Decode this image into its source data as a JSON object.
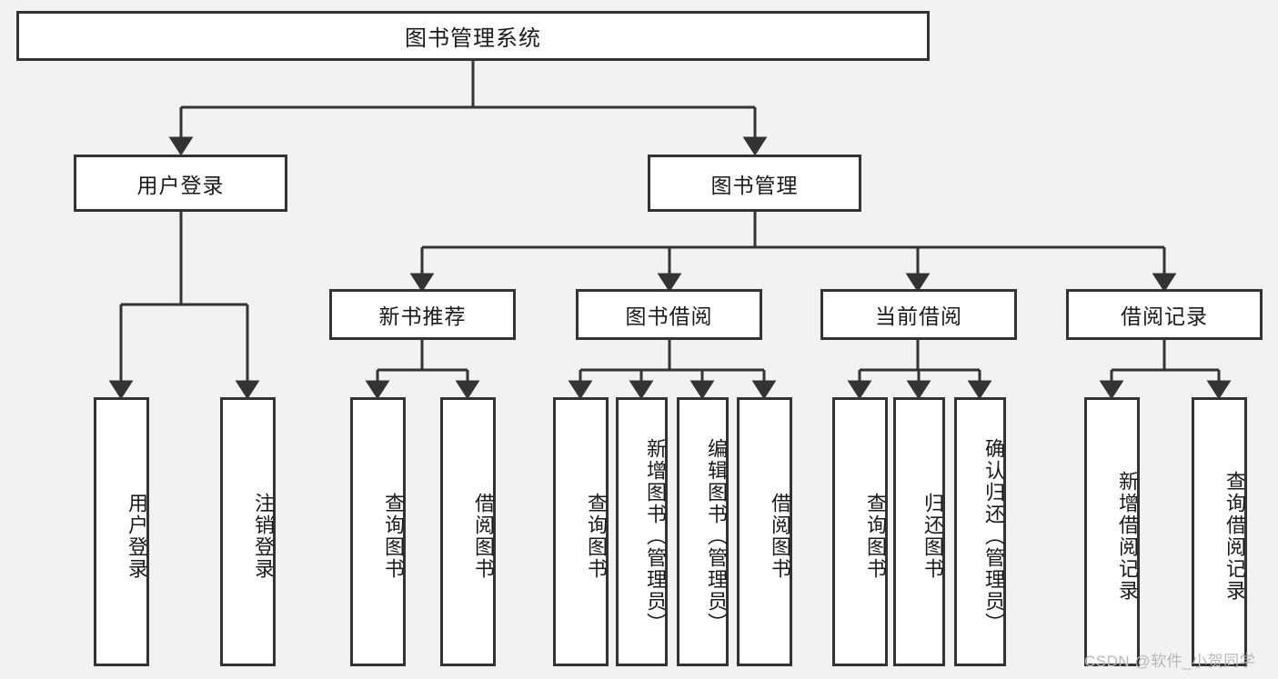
{
  "diagram": {
    "title": "图书管理系统",
    "background_color": "#f2f2f2",
    "node_fill": "#ffffff",
    "node_stroke": "#333333",
    "edge_color": "#333333",
    "levels": {
      "root": "图书管理系统",
      "level1": [
        "用户登录",
        "图书管理"
      ],
      "level2": [
        "新书推荐",
        "图书借阅",
        "当前借阅",
        "借阅记录"
      ]
    },
    "nodes": {
      "root": {
        "label": "图书管理系统"
      },
      "user_login": {
        "label": "用户登录"
      },
      "book_manage": {
        "label": "图书管理"
      },
      "new_book_rec": {
        "label": "新书推荐"
      },
      "book_borrow": {
        "label": "图书借阅"
      },
      "current_borrow": {
        "label": "当前借阅"
      },
      "borrow_record": {
        "label": "借阅记录"
      },
      "leaf_user_login": {
        "label": "用户登录"
      },
      "leaf_logout": {
        "label": "注销登录"
      },
      "leaf_query_book_1": {
        "label": "查询图书"
      },
      "leaf_borrow_book_1": {
        "label": "借阅图书"
      },
      "leaf_query_book_2": {
        "label": "查询图书"
      },
      "leaf_add_book": {
        "label": "新增图书（管理员）"
      },
      "leaf_edit_book": {
        "label": "编辑图书（管理员）"
      },
      "leaf_borrow_book_2": {
        "label": "借阅图书"
      },
      "leaf_query_book_3": {
        "label": "查询图书"
      },
      "leaf_return_book": {
        "label": "归还图书"
      },
      "leaf_confirm_return": {
        "label": "确认归还（管理员）"
      },
      "leaf_add_record": {
        "label": "新增借阅记录"
      },
      "leaf_query_record": {
        "label": "查询借阅记录"
      }
    }
  },
  "watermark": {
    "text": "CSDN @软件_小贺同学",
    "color": "#b8b8b8"
  }
}
